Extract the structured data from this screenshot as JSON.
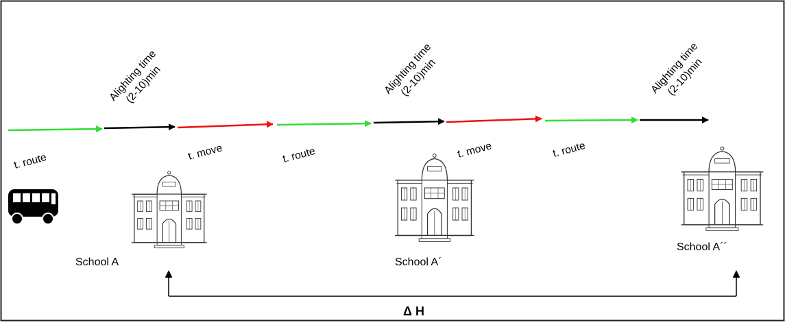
{
  "labels": {
    "route": "t. route",
    "move": "t. move",
    "alight_line1": "Alighting time",
    "alight_line2": "(2-10)min",
    "delta": "Δ H"
  },
  "schools": [
    "School A",
    "School A´",
    "School A´´"
  ],
  "colors": {
    "route": "#33dd33",
    "alight": "#000000",
    "move": "#ee1111",
    "frame": "#222222"
  },
  "icons": {
    "bus": "bus-icon",
    "school": "school-building-icon"
  }
}
